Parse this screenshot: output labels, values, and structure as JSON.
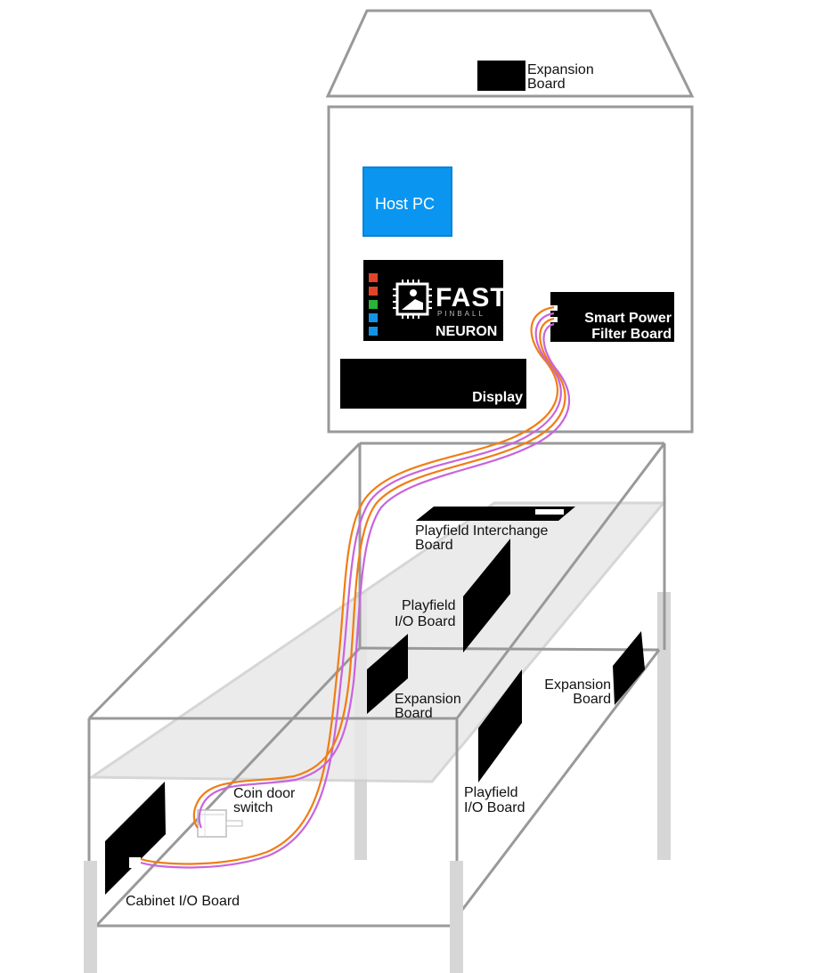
{
  "labels": {
    "backbox_expansion_1": "Expansion",
    "backbox_expansion_2": "Board",
    "host_pc": "Host PC",
    "fast": "FAST",
    "pinball": "PINBALL",
    "neuron": "NEURON",
    "smart_power_1": "Smart Power",
    "smart_power_2": "Filter Board",
    "display": "Display",
    "playfield_interchange_1": "Playfield Interchange",
    "playfield_interchange_2": "Board",
    "playfield_io_upper_1": "Playfield",
    "playfield_io_upper_2": "I/O Board",
    "expansion_mid_1": "Expansion",
    "expansion_mid_2": "Board",
    "expansion_right_1": "Expansion",
    "expansion_right_2": "Board",
    "playfield_io_lower_1": "Playfield",
    "playfield_io_lower_2": "I/O Board",
    "coin_door_1": "Coin door",
    "coin_door_2": "switch",
    "cabinet_io": "Cabinet I/O Board"
  },
  "colors": {
    "frame": "#999999",
    "host_pc": "#0a96f0",
    "cable_orange": "#f07d14",
    "cable_purple": "#c864dc",
    "led_red": "#e0452a",
    "led_green": "#2bb33b",
    "led_blue": "#1493e6",
    "playfield_glass": "#e8e8e8",
    "post": "#d6d6d6"
  }
}
